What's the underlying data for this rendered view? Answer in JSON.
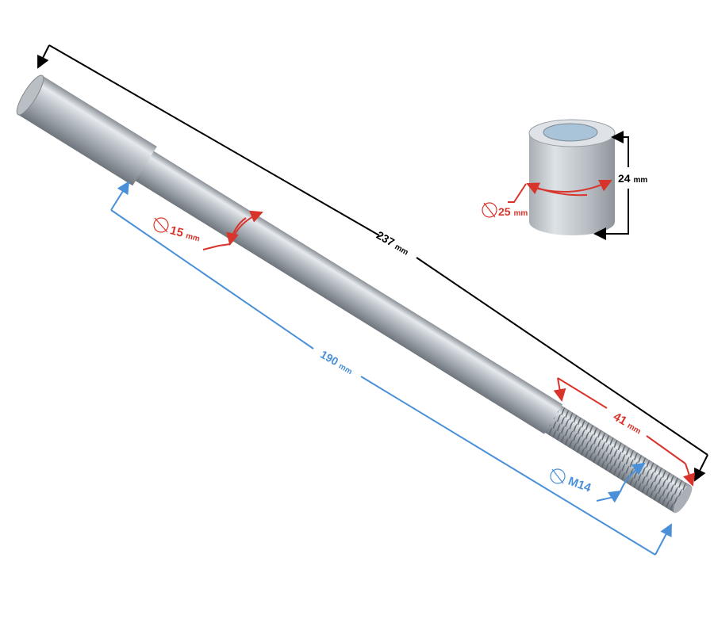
{
  "dimensions": {
    "total_length": {
      "value": "237",
      "unit": "mm",
      "color": "#000000"
    },
    "shoulder_to_end": {
      "value": "190",
      "unit": "mm",
      "color": "#4a90d9"
    },
    "thread_length": {
      "value": "41",
      "unit": "mm",
      "color": "#d9342b"
    },
    "rod_diameter": {
      "value": "15",
      "unit": "mm",
      "color": "#d9342b"
    },
    "thread_size": {
      "value": "M14",
      "color": "#4a90d9"
    },
    "spacer_diameter": {
      "value": "25",
      "unit": "mm",
      "color": "#d9342b"
    },
    "spacer_height": {
      "value": "24",
      "unit": "mm",
      "color": "#000000"
    }
  }
}
